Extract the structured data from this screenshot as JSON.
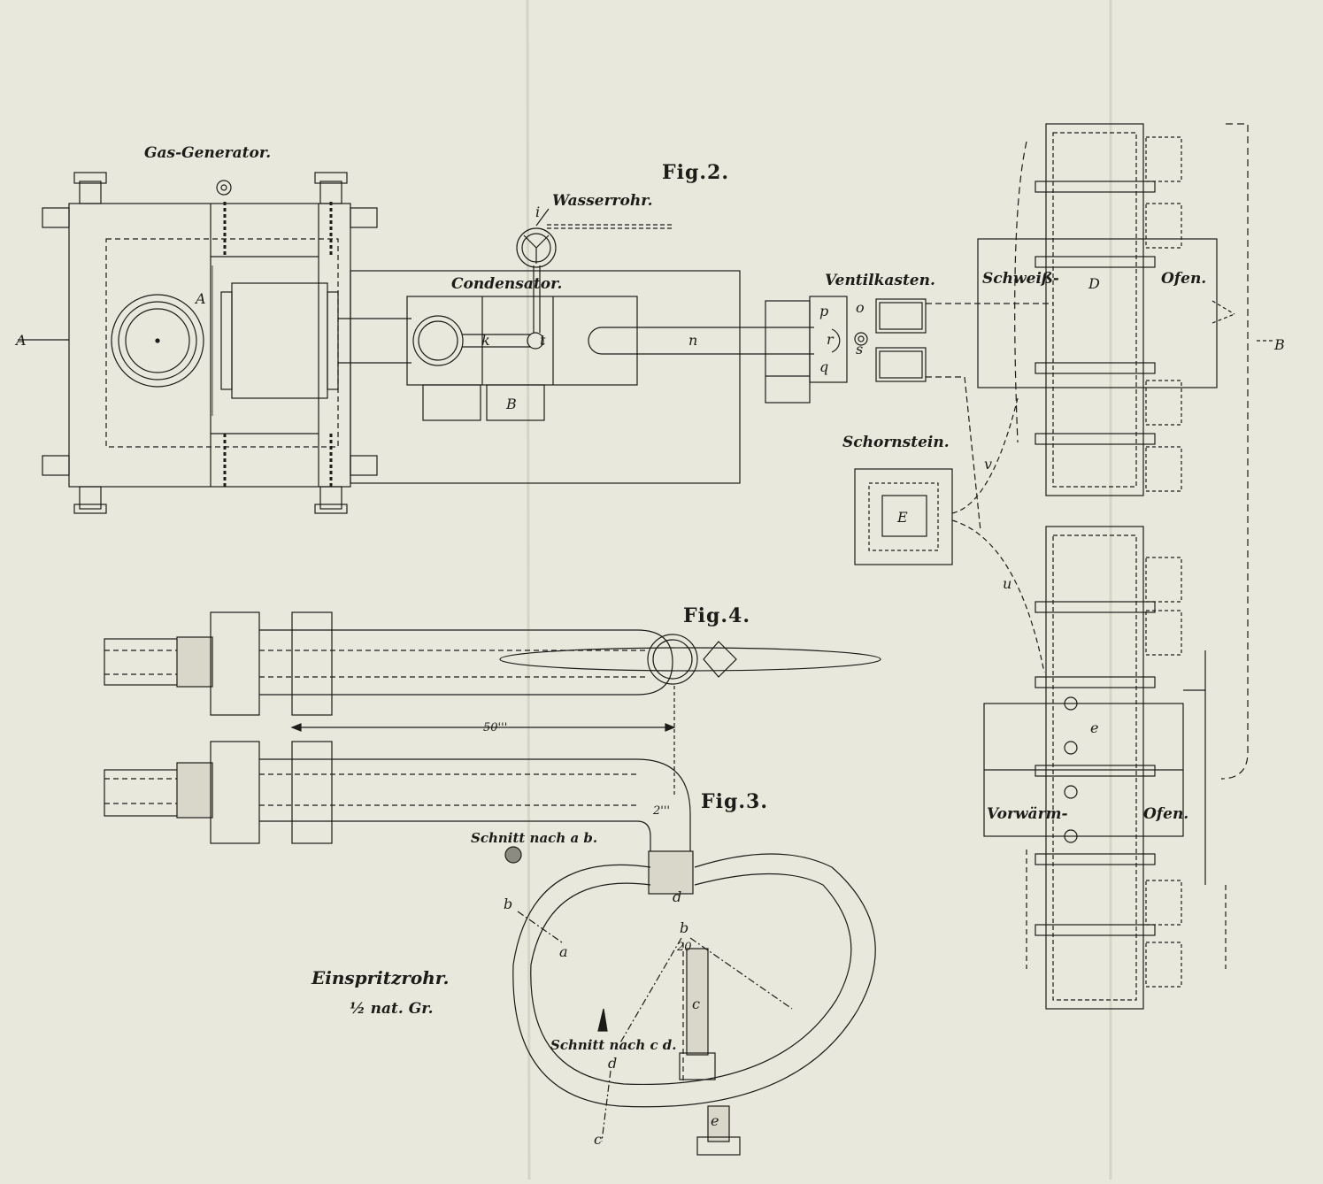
{
  "labels": {
    "gas_generator": "Gas-Generator.",
    "fig2": "Fig.2.",
    "wasserrohr": "Wasserrohr.",
    "condensator": "Condensator.",
    "ventilkasten": "Ventilkasten.",
    "schweiss": "Schweiß-",
    "ofen_top": "Ofen.",
    "schornstein": "Schornstein.",
    "fig4": "Fig.4.",
    "fig3": "Fig.3.",
    "dim_50": "50'''",
    "dim_2": "2'''",
    "dim_20": "20",
    "schnitt_ab": "Schnitt nach a b.",
    "schnitt_cd": "Schnitt nach c d.",
    "einspritzrohr": "Einspritzrohr.",
    "scale": "½ nat. Gr.",
    "vorwarm": "Vorwärm-",
    "ofen_bottom": "Ofen."
  },
  "letters": {
    "A_left": "A",
    "A_gen": "A",
    "B_right": "B",
    "B_cond": "B",
    "i": "i",
    "k": "k",
    "t": "t",
    "n": "n",
    "p": "p",
    "o": "o",
    "r": "r",
    "s": "s",
    "q": "q",
    "D": "D",
    "E": "E",
    "u": "u",
    "v": "v",
    "e": "e",
    "b3": "b",
    "a3": "a",
    "d3": "d",
    "b_top": "b",
    "c_screw": "c",
    "d_low": "d",
    "c_low": "c",
    "e_low": "e"
  },
  "colors": {
    "paper": "#e9e8dc",
    "ink": "#1d1c18"
  }
}
